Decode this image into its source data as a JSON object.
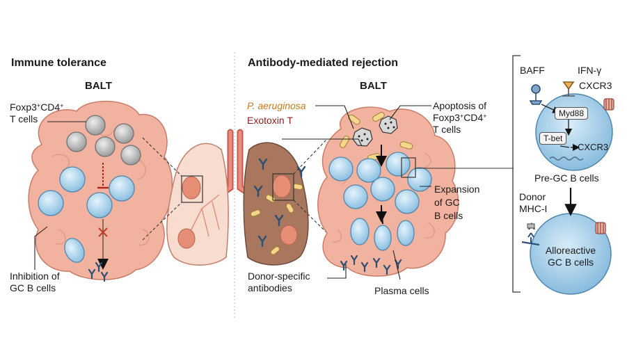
{
  "panels": {
    "left": {
      "title": "Immune tolerance",
      "balt": "BALT",
      "treg_line1": "Foxp3",
      "treg_sup1": "+",
      "treg_line1b": "CD4",
      "treg_sup2": "+",
      "treg_line2": "T cells",
      "inhibition_line1": "Inhibition of",
      "inhibition_line2": "GC B cells"
    },
    "right": {
      "title": "Antibody-mediated rejection",
      "balt": "BALT",
      "pathogen": "P. aeruginosa",
      "toxin": "Exotoxin T",
      "apoptosis_line1": "Apoptosis of",
      "apoptosis_line2a": "Foxp3",
      "apoptosis_sup1": "+",
      "apoptosis_line2b": "CD4",
      "apoptosis_sup2": "+",
      "apoptosis_line3": "T cells",
      "expansion_line1": "Expansion",
      "expansion_line2": "of GC",
      "expansion_line3": "B cells",
      "dsa_line1": "Donor-specific",
      "dsa_line2": "antibodies",
      "plasma": "Plasma cells"
    },
    "inset": {
      "baff": "BAFF",
      "ifn": "IFN-γ",
      "cxcr3_receptor": "CXCR3",
      "myd88": "Myd88",
      "tbet": "T-bet",
      "cxcr3_gene": "CXCR3",
      "pre_gc": "Pre-GC B cells",
      "donor_line1": "Donor",
      "donor_line2": "MHC-I",
      "allo_line1": "Alloreactive",
      "allo_line2": "GC B cells"
    }
  },
  "colors": {
    "balt_fill": "#f1b39f",
    "balt_stroke": "#c97b68",
    "t_cell": "#b8b8b8",
    "b_cell": "#a9d2ec",
    "b_cell_stroke": "#4e86ad",
    "lung_healthy": "#f8dcd0",
    "lung_diseased": "#a9775e",
    "inhibit_red": "#c0392b",
    "pathogen_orange": "#c87a1c",
    "toxin_red": "#8a2020"
  }
}
